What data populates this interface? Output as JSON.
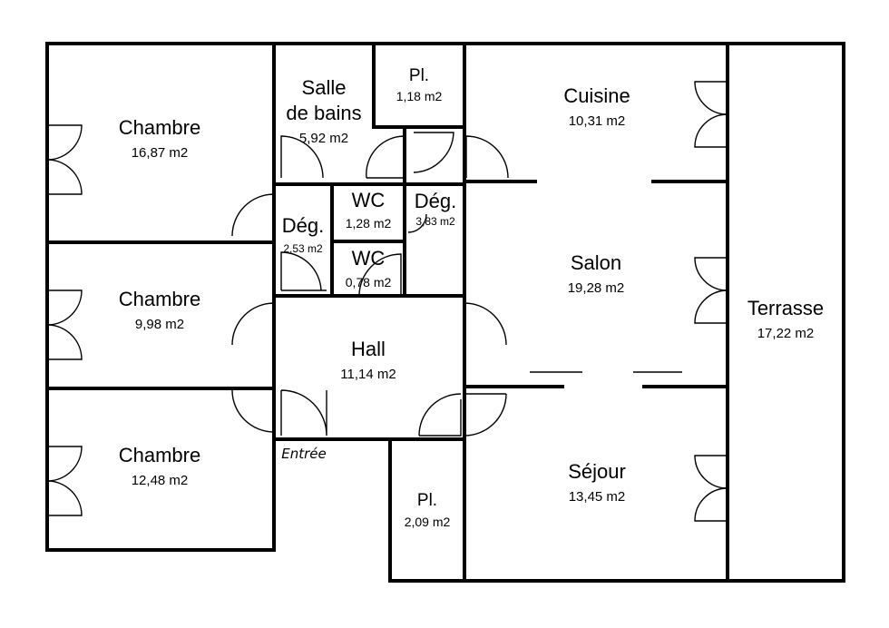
{
  "rooms": {
    "chambre1": {
      "name": "Chambre",
      "area": "16,87 m2"
    },
    "chambre2": {
      "name": "Chambre",
      "area": "9,98 m2"
    },
    "chambre3": {
      "name": "Chambre",
      "area": "12,48 m2"
    },
    "sdb": {
      "name_line1": "Salle",
      "name_line2": "de bains",
      "area": "5,92 m2"
    },
    "placard1": {
      "name": "Pl.",
      "area": "1,18 m2"
    },
    "placard2": {
      "name": "Pl.",
      "area": "2,09 m2"
    },
    "cuisine": {
      "name": "Cuisine",
      "area": "10,31 m2"
    },
    "wc1": {
      "name": "WC",
      "area": "1,28 m2"
    },
    "wc2": {
      "name": "WC",
      "area": "0,78 m2"
    },
    "deg1": {
      "name": "Dég.",
      "area": "2,53 m2"
    },
    "deg2": {
      "name": "Dég.",
      "area": "3,83 m2"
    },
    "salon": {
      "name": "Salon",
      "area": "19,28 m2"
    },
    "hall": {
      "name": "Hall",
      "area": "11,14 m2"
    },
    "sejour": {
      "name": "Séjour",
      "area": "13,45 m2"
    },
    "terrasse": {
      "name": "Terrasse",
      "area": "17,22 m2"
    }
  },
  "entrance_label": "Entrée"
}
